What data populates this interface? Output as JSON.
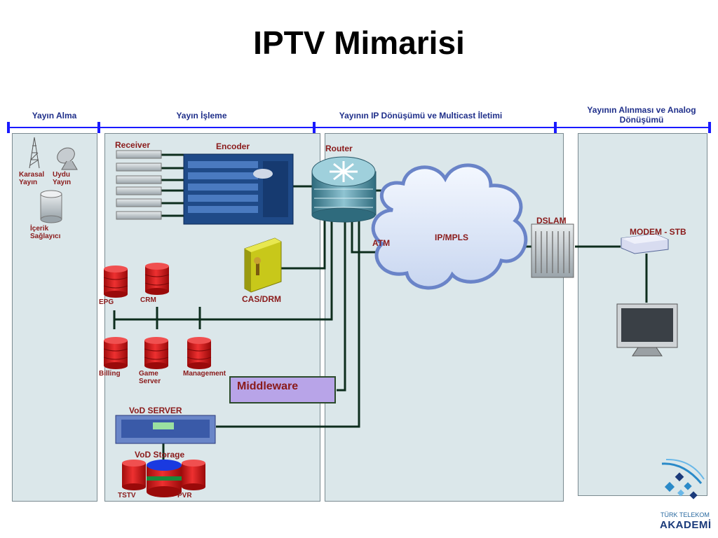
{
  "title": "IPTV Mimarisi",
  "phases": [
    {
      "label": "Yayın Alma"
    },
    {
      "label": "Yayın İşleme"
    },
    {
      "label": "Yayının IP Dönüşümü ve Multicast İletimi"
    },
    {
      "label": "Yayının Alınması ve Analog Dönüşümü"
    }
  ],
  "sources": {
    "terrestrial": "Karasal Yayın",
    "satellite": "Uydu Yayın",
    "content_provider": "İçerik Sağlayıcı"
  },
  "processing": {
    "receiver": "Receiver",
    "encoder": "Encoder",
    "cas_drm": "CAS/DRM",
    "epg": "EPG",
    "crm": "CRM",
    "billing": "Billing",
    "game_server": "Game Server",
    "management": "Management",
    "middleware": "Middleware",
    "vod_server": "VoD SERVER",
    "vod_storage": "VoD Storage",
    "tstv": "TSTV",
    "pvr": "PVR"
  },
  "transport": {
    "router": "Router",
    "atm": "ATM",
    "ip_mpls": "IP/MPLS"
  },
  "customer": {
    "dslam": "DSLAM",
    "modem_stb": "MODEM - STB"
  },
  "logo": {
    "line1": "TÜRK TELEKOM",
    "line2": "AKADEMİ"
  },
  "colors": {
    "phase_text": "#1f2f8a",
    "phase_line": "#1a1aff",
    "label_text": "#8a1a1a",
    "panel_bg": "#dbe7ea",
    "database": "#d01818",
    "middleware_bg": "#b8a4e8",
    "connector": "#0d2d1d"
  }
}
